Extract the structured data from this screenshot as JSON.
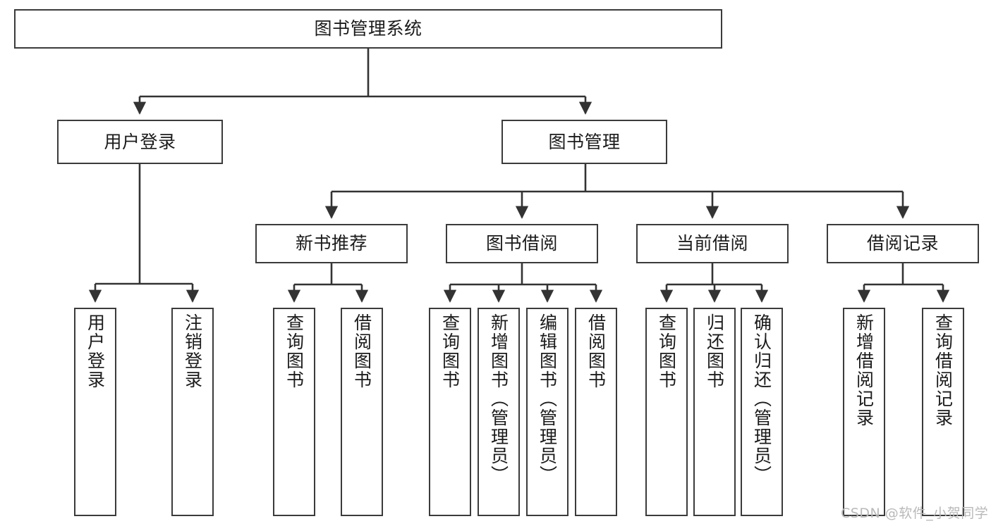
{
  "diagram": {
    "type": "tree-hierarchy",
    "title": "图书管理系统",
    "root": {
      "label": "图书管理系统"
    },
    "level2": [
      {
        "id": "user-login",
        "label": "用户登录"
      },
      {
        "id": "book-management",
        "label": "图书管理"
      }
    ],
    "level3": [
      {
        "id": "new-book-recommend",
        "label": "新书推荐",
        "parent": "book-management"
      },
      {
        "id": "book-borrow",
        "label": "图书借阅",
        "parent": "book-management"
      },
      {
        "id": "current-borrow",
        "label": "当前借阅",
        "parent": "book-management"
      },
      {
        "id": "borrow-record",
        "label": "借阅记录",
        "parent": "book-management"
      }
    ],
    "leaves": [
      {
        "id": "leaf-user-login",
        "label": "用户登录",
        "parent": "user-login"
      },
      {
        "id": "leaf-logout-login",
        "label": "注销登录",
        "parent": "user-login"
      },
      {
        "id": "leaf-query-book-1",
        "label": "查询图书",
        "parent": "new-book-recommend"
      },
      {
        "id": "leaf-borrow-book-1",
        "label": "借阅图书",
        "parent": "new-book-recommend"
      },
      {
        "id": "leaf-query-book-2",
        "label": "查询图书",
        "parent": "book-borrow"
      },
      {
        "id": "leaf-add-book",
        "label": "新增图书（管理员）",
        "parent": "book-borrow"
      },
      {
        "id": "leaf-edit-book",
        "label": "编辑图书（管理员）",
        "parent": "book-borrow"
      },
      {
        "id": "leaf-borrow-book-2",
        "label": "借阅图书",
        "parent": "book-borrow"
      },
      {
        "id": "leaf-query-book-3",
        "label": "查询图书",
        "parent": "current-borrow"
      },
      {
        "id": "leaf-return-book",
        "label": "归还图书",
        "parent": "current-borrow"
      },
      {
        "id": "leaf-confirm-return",
        "label": "确认归还（管理员）",
        "parent": "current-borrow"
      },
      {
        "id": "leaf-add-record",
        "label": "新增借阅记录",
        "parent": "borrow-record"
      },
      {
        "id": "leaf-query-record",
        "label": "查询借阅记录",
        "parent": "borrow-record"
      }
    ],
    "colors": {
      "box_border": "#3b3b3b",
      "box_fill": "#ffffff",
      "edge": "#333333",
      "text": "#1b1b1b",
      "watermark": "#b9b9b9",
      "background": "#ffffff"
    }
  },
  "watermark": {
    "text": "CSDN @软件_小贺同学"
  }
}
